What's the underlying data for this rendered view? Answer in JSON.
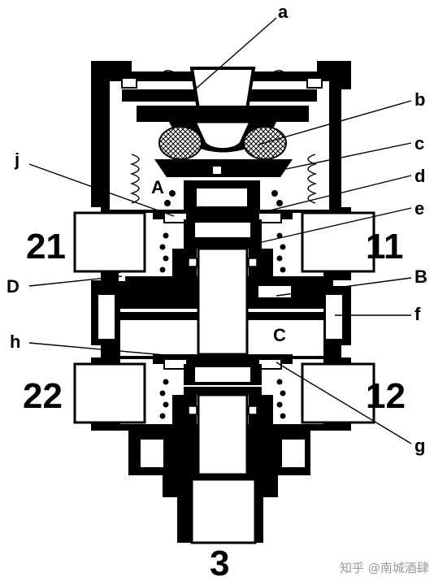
{
  "labels": {
    "a": "a",
    "b": "b",
    "c": "c",
    "d": "d",
    "e": "e",
    "f": "f",
    "g": "g",
    "h": "h",
    "j": "j",
    "A": "A",
    "B": "B",
    "C": "C",
    "D": "D"
  },
  "ports": {
    "p21": "21",
    "p11": "11",
    "p22": "22",
    "p12": "12",
    "p3": "3"
  },
  "watermark": "知乎 @南城酒肆"
}
